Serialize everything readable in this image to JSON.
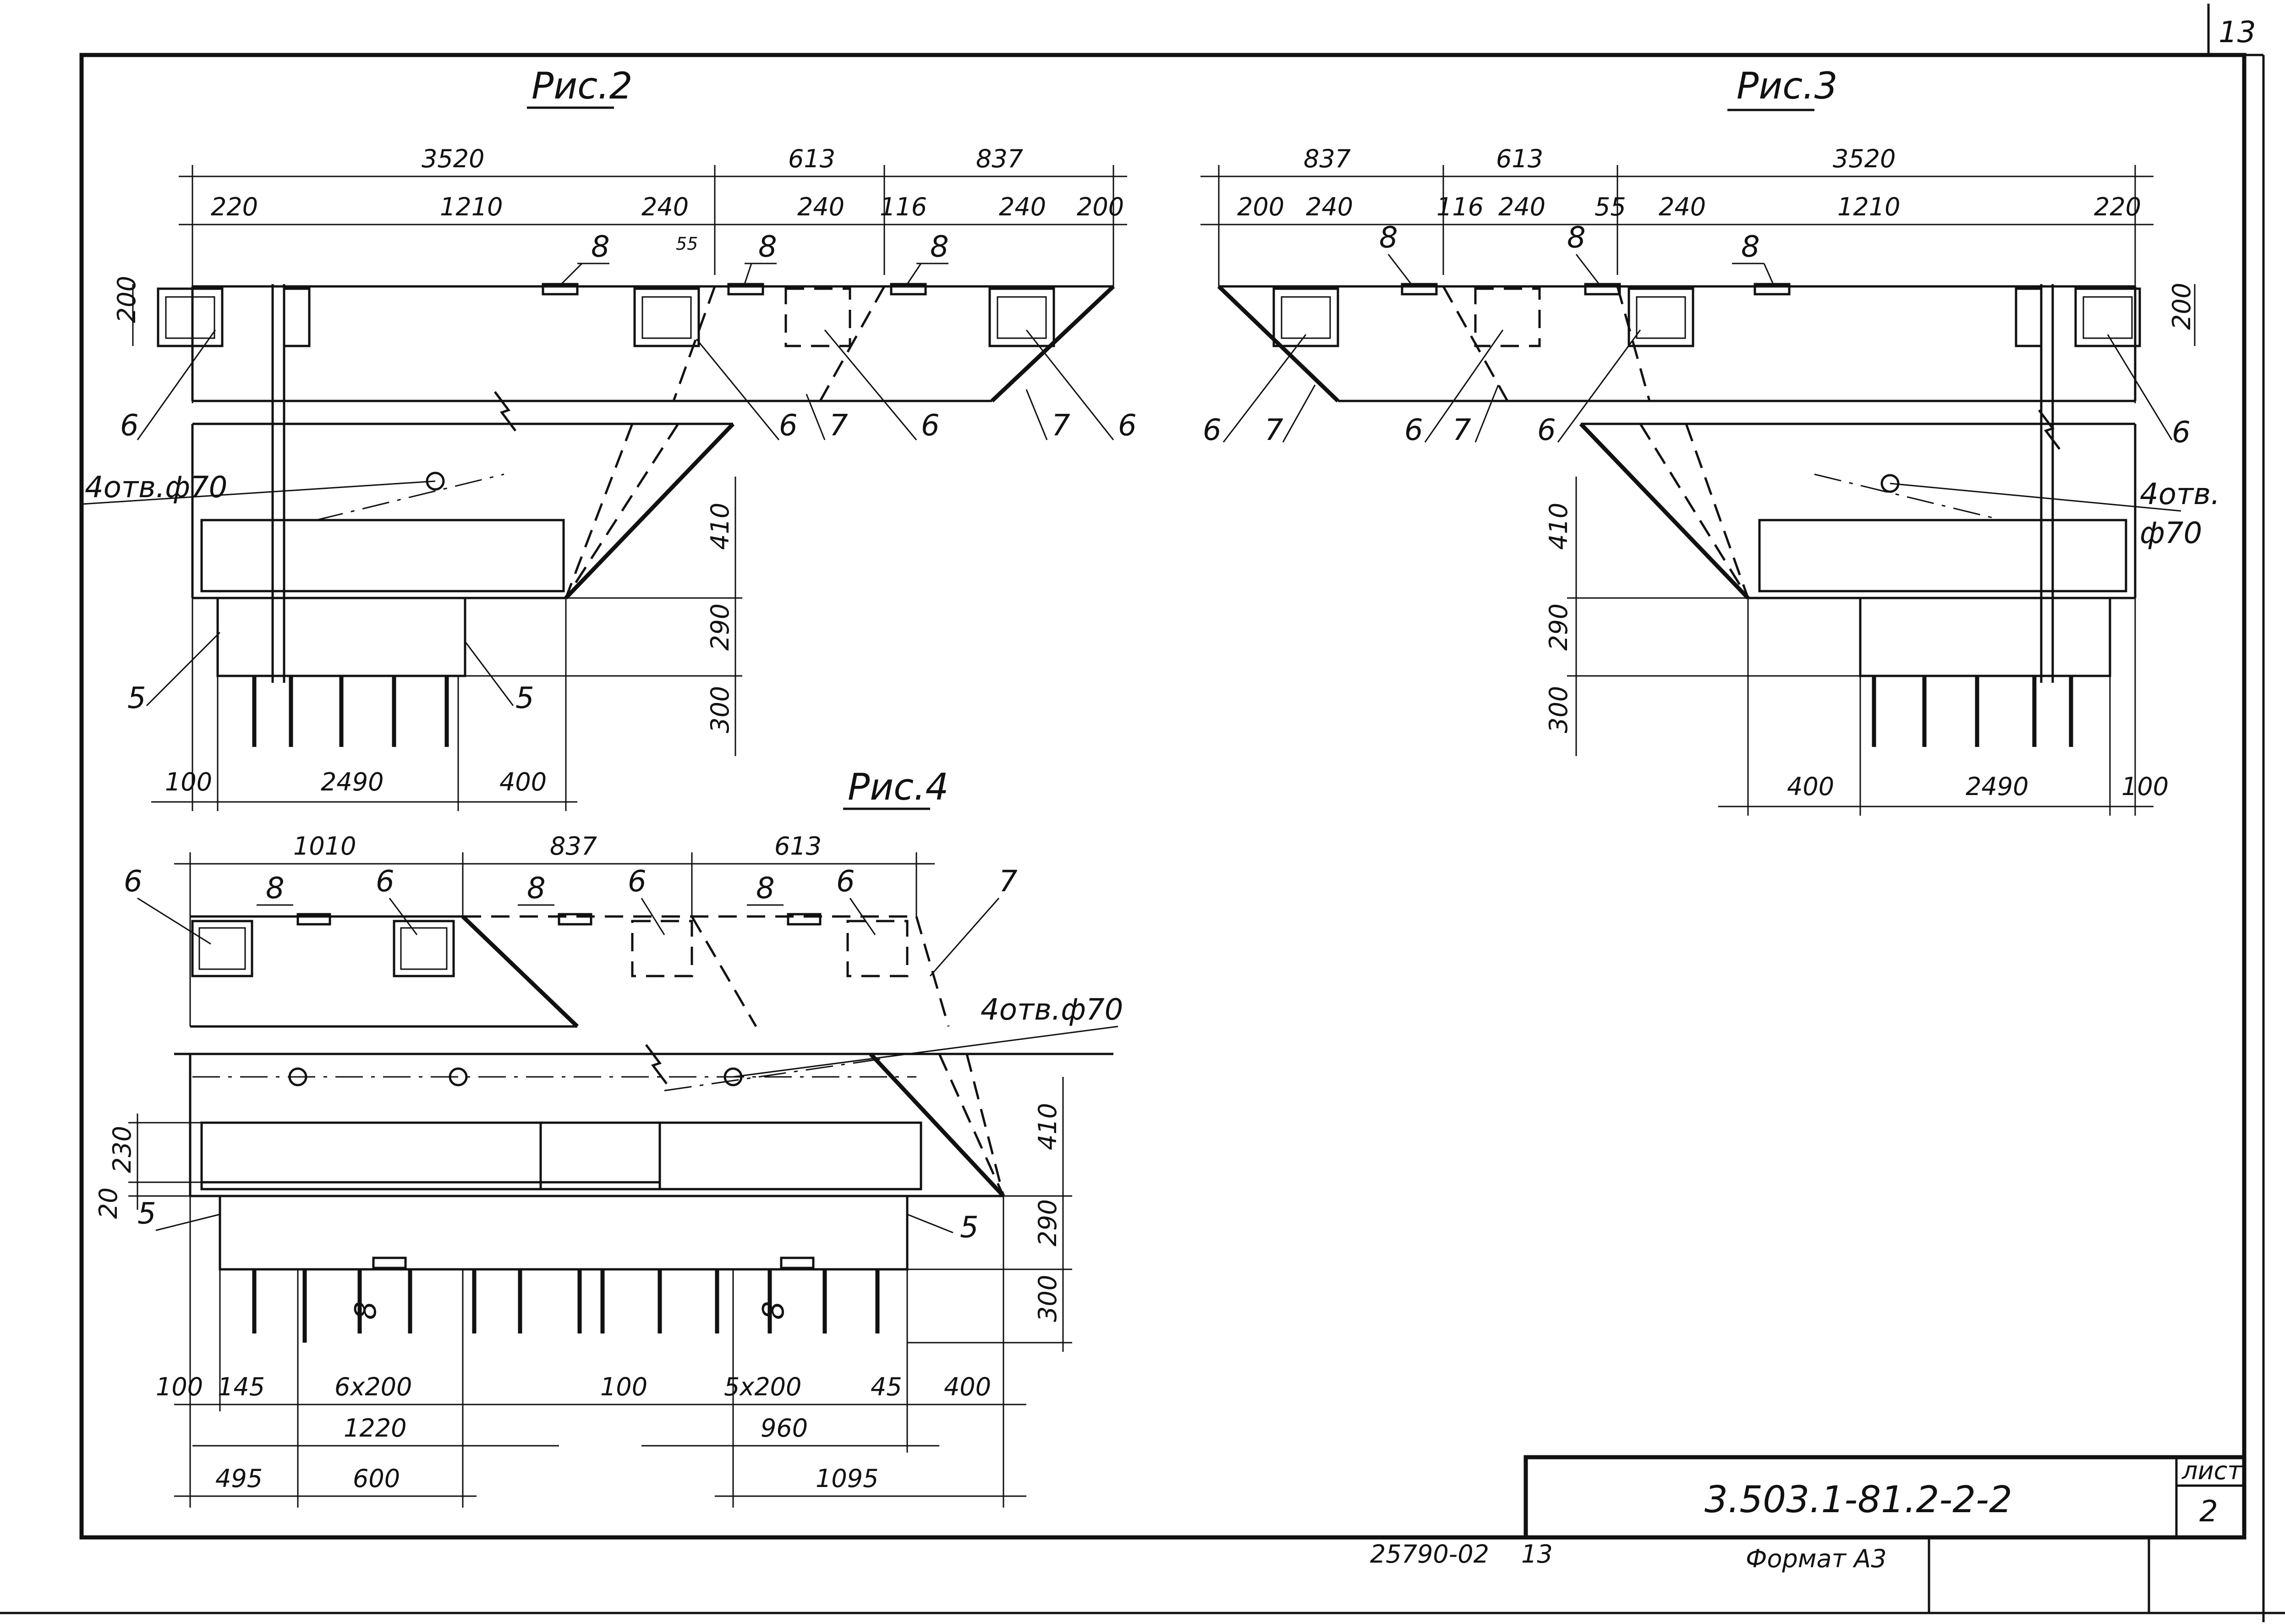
{
  "sheet": {
    "page_number": "13",
    "designation": "3.503.1-81.2-2-2",
    "sheet_label": "лист",
    "sheet_no": "2",
    "inventory": "25790-02",
    "inventory_suffix": "13",
    "format": "Формат А3"
  },
  "fig2": {
    "title": "Рис.2",
    "dims_top": [
      "3520",
      "613",
      "837"
    ],
    "dims_second": [
      "220",
      "1210",
      "240",
      "55",
      "240",
      "116",
      "240",
      "200"
    ],
    "dim_side": "200",
    "dims_right": [
      "410",
      "290",
      "300"
    ],
    "dims_bottom": [
      "100",
      "2490",
      "400"
    ],
    "hole_note": "4отв.ф70",
    "labels": [
      "6",
      "6",
      "7",
      "6",
      "7",
      "6",
      "5",
      "5",
      "8",
      "8",
      "8"
    ]
  },
  "fig3": {
    "title": "Рис.3",
    "dims_top": [
      "837",
      "613",
      "3520"
    ],
    "dims_second": [
      "200",
      "240",
      "116",
      "240",
      "55",
      "240",
      "1210",
      "220"
    ],
    "dim_side": "200",
    "dims_left": [
      "410",
      "290",
      "300"
    ],
    "dims_bottom": [
      "400",
      "2490",
      "100"
    ],
    "hole_note_1": "4отв.",
    "hole_note_2": "ф70",
    "labels": [
      "6",
      "7",
      "6",
      "7",
      "6",
      "6",
      "8",
      "8",
      "8"
    ]
  },
  "fig4": {
    "title": "Рис.4",
    "dims_top": [
      "1010",
      "837",
      "613"
    ],
    "dims_left": [
      "230",
      "20"
    ],
    "dims_right": [
      "410",
      "290",
      "300"
    ],
    "dims_bottom_1": [
      "100",
      "145",
      "6x200",
      "100",
      "5x200",
      "45",
      "400"
    ],
    "dims_bottom_2": [
      "1220",
      "960"
    ],
    "dims_bottom_3": [
      "495",
      "600",
      "1095"
    ],
    "hole_note": "4отв.ф70",
    "labels": [
      "6",
      "6",
      "6",
      "6",
      "7",
      "5",
      "5",
      "8",
      "8",
      "8",
      "8",
      "8"
    ]
  }
}
